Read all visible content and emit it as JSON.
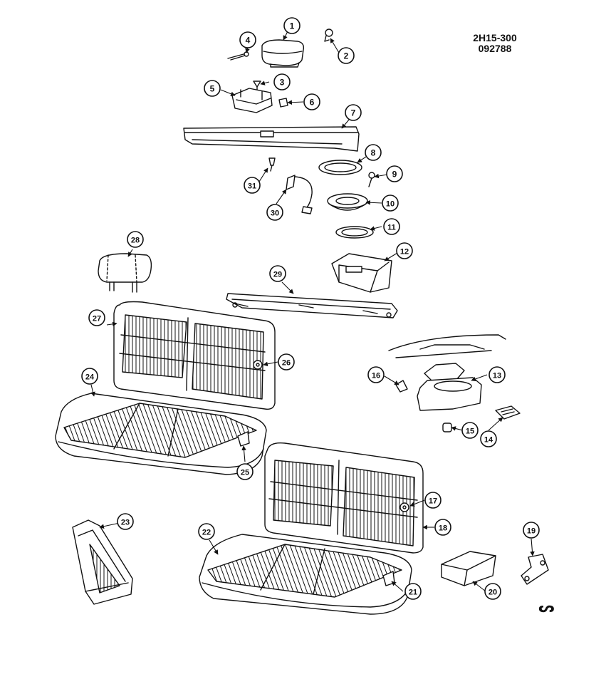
{
  "document": {
    "ref_code_line1": "2H15-300",
    "ref_code_line2": "092788",
    "corner_symbol": "ᔕ"
  },
  "callouts": [
    "1",
    "2",
    "3",
    "4",
    "5",
    "6",
    "7",
    "8",
    "9",
    "10",
    "11",
    "12",
    "13",
    "14",
    "15",
    "16",
    "17",
    "18",
    "19",
    "20",
    "21",
    "22",
    "23",
    "24",
    "25",
    "26",
    "27",
    "28",
    "29",
    "30",
    "31"
  ],
  "colors": {
    "ink": "#111111",
    "paper": "#ffffff",
    "shade": "#dcdcdc"
  }
}
